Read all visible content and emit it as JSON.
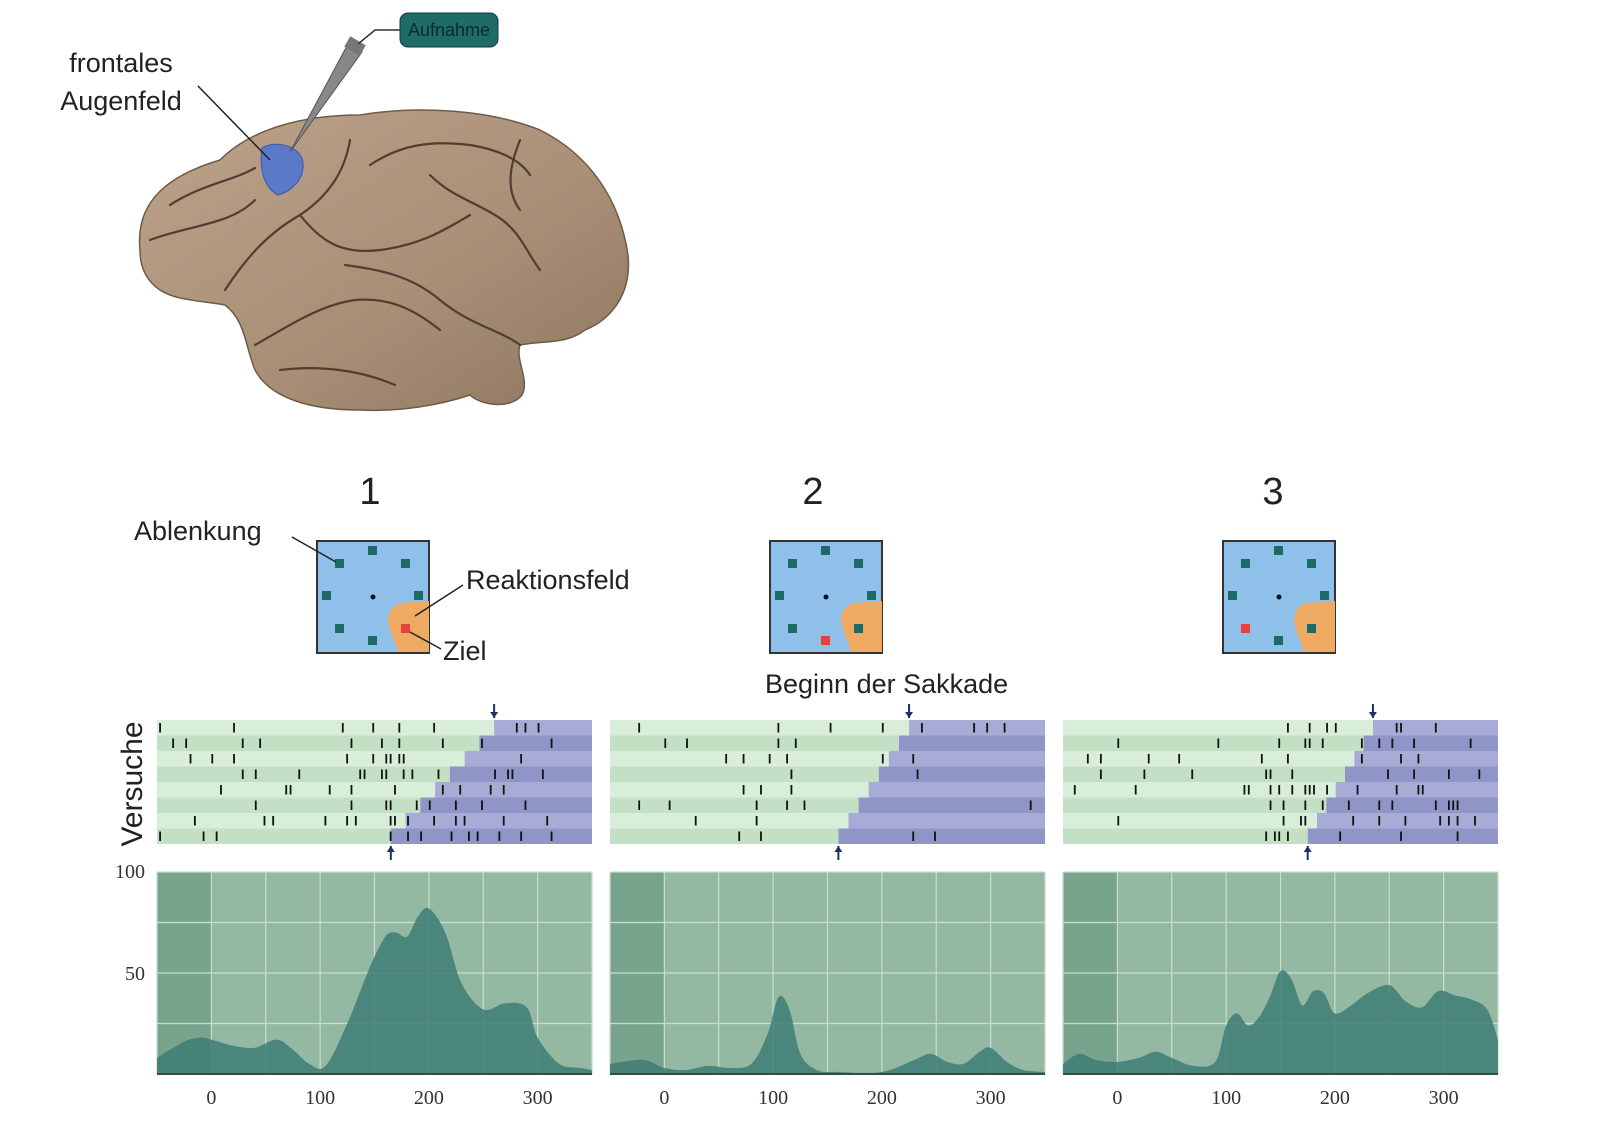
{
  "brain": {
    "region_label_line1": "frontales",
    "region_label_line2": "Augenfeld",
    "electrode_label": "Aufnahme",
    "colors": {
      "cortex": "#b39b82",
      "cortex_dark": "#8c735b",
      "region": "#5b79c9",
      "electrode_box": "#1f6b68"
    }
  },
  "panels": [
    {
      "number": "1",
      "target_position": "bottom-right, inside response field"
    },
    {
      "number": "2",
      "target_position": "bottom"
    },
    {
      "number": "3",
      "target_position": "left"
    }
  ],
  "labels": {
    "distractor": "Ablenkung",
    "response_field": "Reaktionsfeld",
    "target": "Ziel",
    "saccade_onset": "Beginn der Sakkade",
    "trials_axis": "Versuche"
  },
  "colors": {
    "display_bg": "#8ec0ea",
    "distractor": "#1e6a67",
    "target": "#e8403c",
    "response_field": "#eeaa62",
    "raster_pre": "#cfe8cf",
    "raster_post": "#9aa0cc",
    "hist_bg": "#94b9a3",
    "hist_shade": "#78a48d",
    "hist_fill": "#3d7d74",
    "arrow": "#1e2f6b"
  },
  "chart_data": [
    {
      "type": "area",
      "panel": "1",
      "x": [
        -50,
        -25,
        -10,
        0,
        20,
        40,
        60,
        75,
        90,
        105,
        125,
        145,
        160,
        170,
        180,
        190,
        200,
        215,
        230,
        250,
        270,
        290,
        300,
        320,
        340,
        350
      ],
      "y": [
        8,
        16,
        18,
        17,
        14,
        13,
        17,
        12,
        5,
        4,
        25,
        52,
        68,
        70,
        68,
        78,
        82,
        70,
        45,
        32,
        35,
        33,
        18,
        5,
        3,
        2
      ],
      "xticks": [
        "0",
        "100",
        "200",
        "300"
      ],
      "yticks": [
        "100",
        "50"
      ],
      "xlim": [
        -50,
        350
      ],
      "ylim": [
        0,
        100
      ],
      "raster_rows": 8,
      "saccade_onset_range_ms": [
        165,
        260
      ]
    },
    {
      "type": "area",
      "panel": "2",
      "x": [
        -50,
        -20,
        0,
        20,
        40,
        60,
        80,
        95,
        105,
        115,
        125,
        140,
        160,
        200,
        230,
        245,
        260,
        275,
        290,
        300,
        315,
        330,
        350
      ],
      "y": [
        5,
        7,
        3,
        2,
        4,
        3,
        5,
        20,
        38,
        32,
        10,
        2,
        1,
        1,
        7,
        10,
        6,
        5,
        11,
        13,
        6,
        2,
        1
      ],
      "xticks": [
        "0",
        "100",
        "200",
        "300"
      ],
      "yticks": [],
      "xlim": [
        -50,
        350
      ],
      "ylim": [
        0,
        100
      ],
      "raster_rows": 8,
      "saccade_onset_range_ms": [
        160,
        225
      ]
    },
    {
      "type": "area",
      "panel": "3",
      "x": [
        -50,
        -35,
        -20,
        0,
        20,
        35,
        50,
        70,
        90,
        100,
        110,
        120,
        130,
        140,
        150,
        160,
        170,
        180,
        190,
        200,
        215,
        230,
        250,
        265,
        280,
        295,
        310,
        325,
        340,
        350
      ],
      "y": [
        5,
        10,
        7,
        6,
        8,
        11,
        8,
        4,
        6,
        24,
        30,
        24,
        28,
        38,
        51,
        47,
        34,
        41,
        40,
        30,
        34,
        40,
        44,
        36,
        33,
        41,
        39,
        37,
        32,
        17
      ],
      "xticks": [
        "0",
        "100",
        "200",
        "300"
      ],
      "yticks": [],
      "xlim": [
        -50,
        350
      ],
      "ylim": [
        0,
        100
      ],
      "raster_rows": 8,
      "saccade_onset_range_ms": [
        175,
        235
      ]
    }
  ]
}
